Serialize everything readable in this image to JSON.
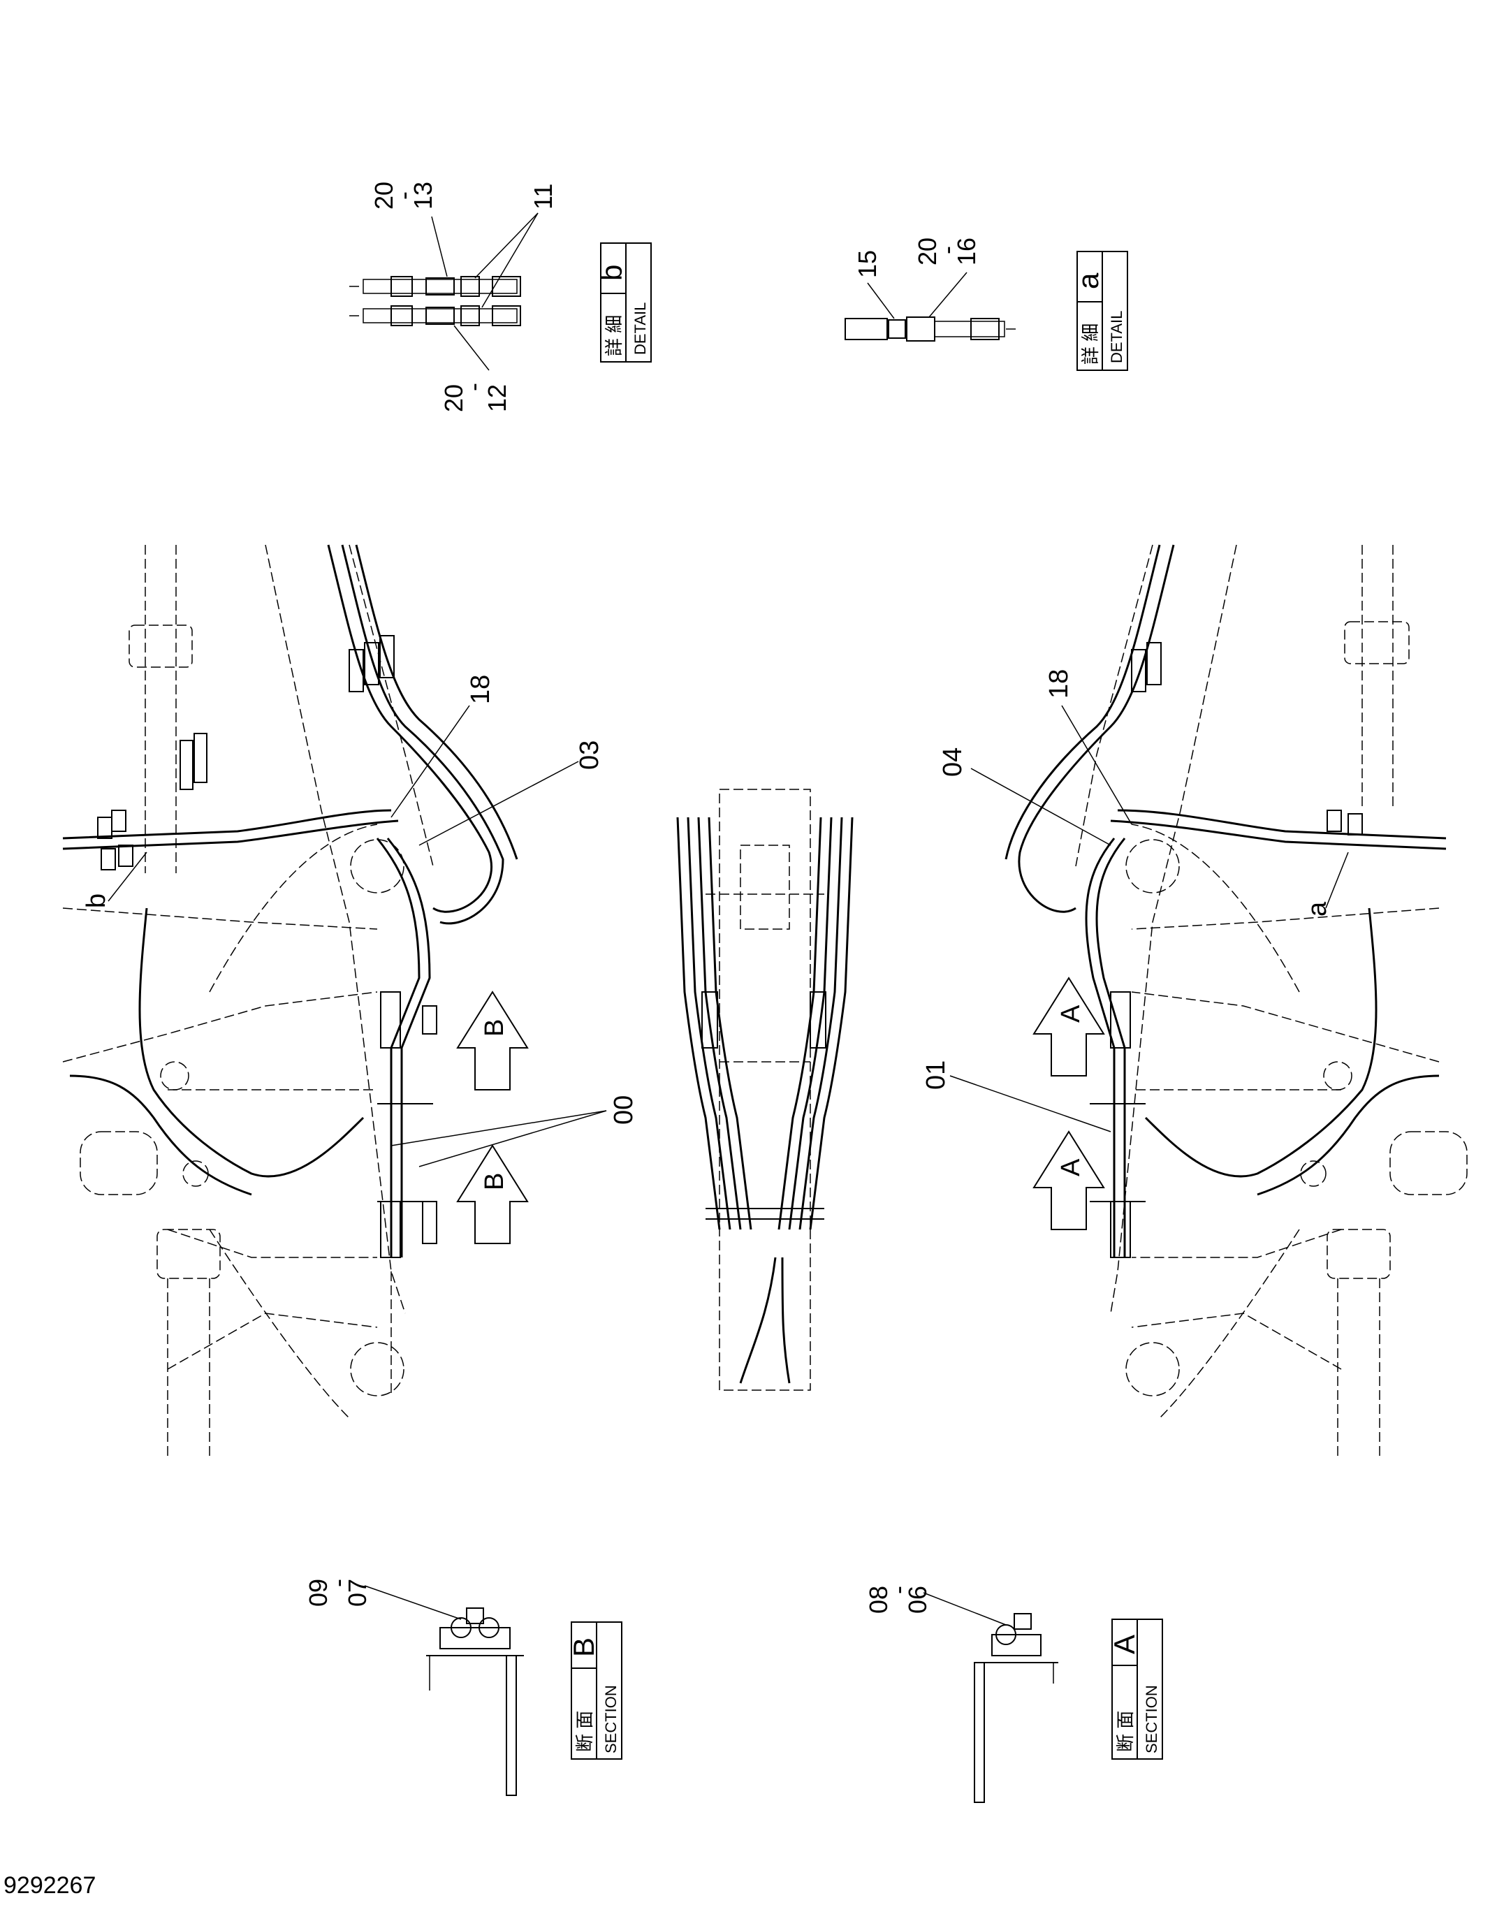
{
  "document": {
    "number": "9292267"
  },
  "detail_b": {
    "jp": "詳 細",
    "en": "DETAIL",
    "letter": "b",
    "callouts": {
      "c1": "20",
      "c1b": "-",
      "c1c": "13",
      "c2": "11",
      "c3": "20",
      "c3b": "-",
      "c3c": "12"
    }
  },
  "detail_a": {
    "jp": "詳 細",
    "en": "DETAIL",
    "letter": "a",
    "callouts": {
      "c1": "15",
      "c2": "20",
      "c2b": "-",
      "c2c": "16"
    }
  },
  "section_b": {
    "jp": "断 面",
    "en": "SECTION",
    "letter": "B",
    "callouts": {
      "c1": "09",
      "c1b": "-",
      "c1c": "07"
    }
  },
  "section_a": {
    "jp": "断 面",
    "en": "SECTION",
    "letter": "A",
    "callouts": {
      "c1": "08",
      "c1b": "-",
      "c1c": "06"
    }
  },
  "left_view": {
    "callouts": {
      "p18": "18",
      "p03": "03",
      "pb": "b",
      "p00": "00"
    },
    "arrow_upper": "B",
    "arrow_lower": "B"
  },
  "right_view": {
    "callouts": {
      "p18": "18",
      "p04": "04",
      "pa": "a",
      "p01": "01"
    },
    "arrow_upper": "A",
    "arrow_lower": "A"
  }
}
